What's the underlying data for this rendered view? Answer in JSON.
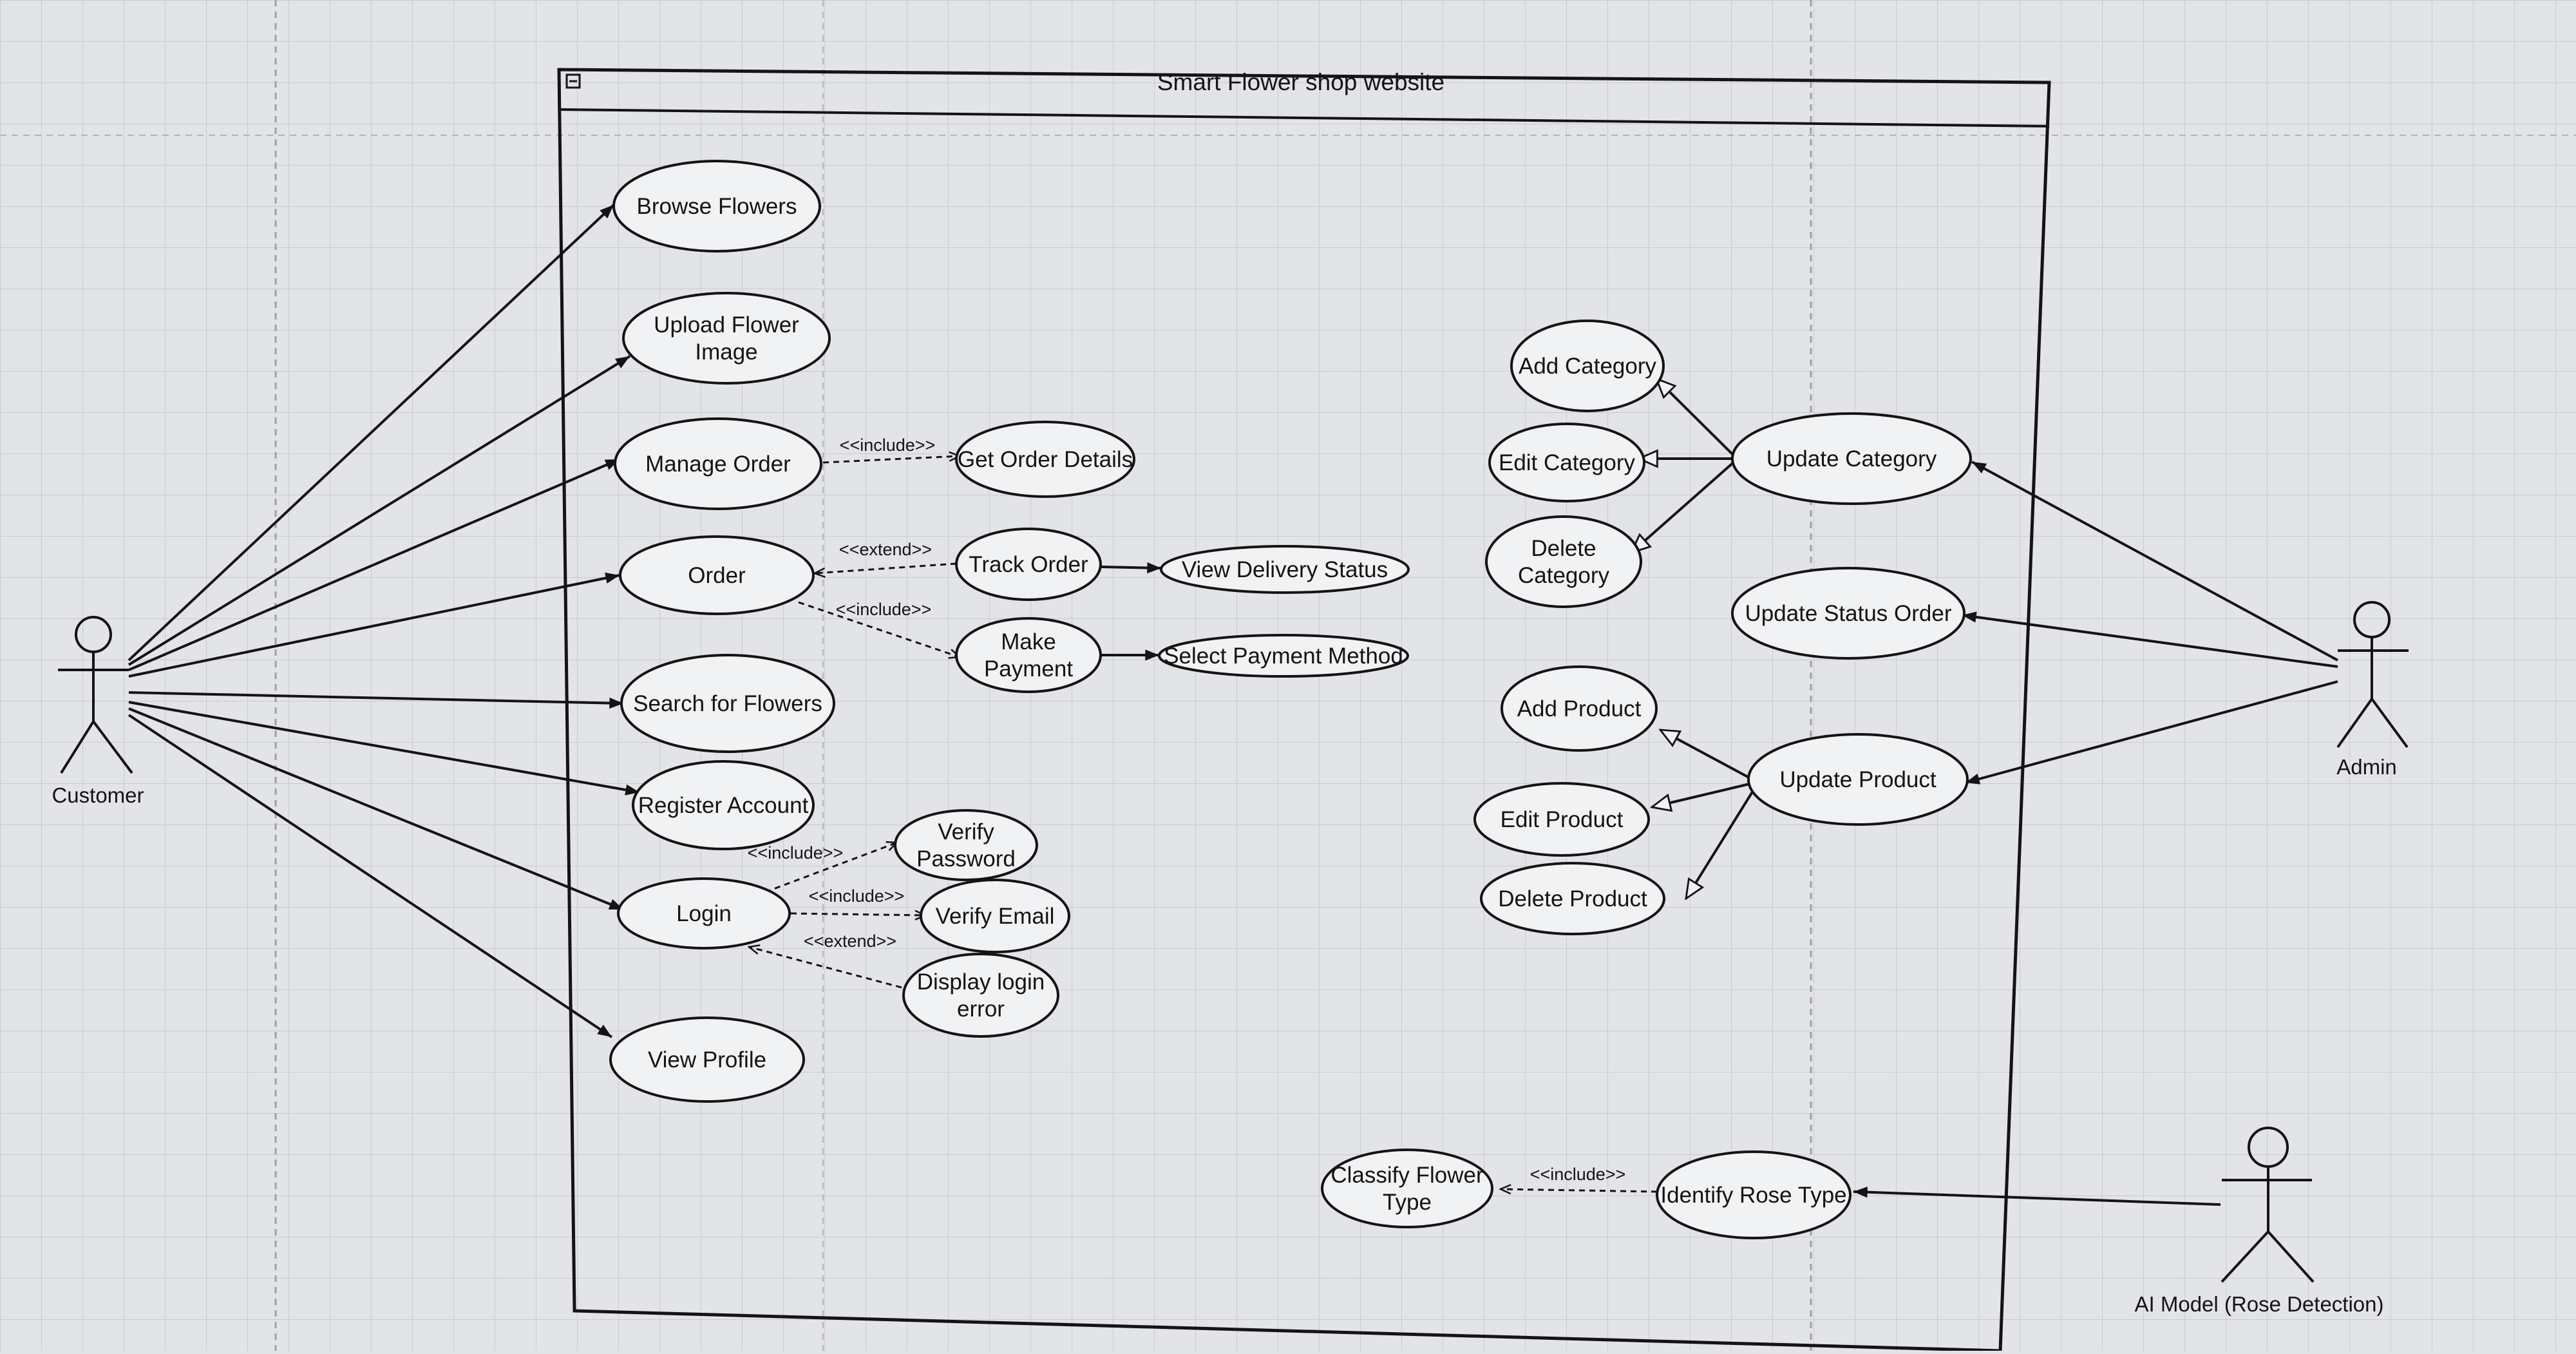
{
  "system": {
    "title": "Smart Flower shop website"
  },
  "actors": {
    "customer": {
      "label": "Customer"
    },
    "admin": {
      "label": "Admin"
    },
    "ai_model": {
      "label": "AI Model (Rose Detection)"
    }
  },
  "use_cases": {
    "browse_flowers": [
      "Browse Flowers"
    ],
    "upload_flower_image": [
      "Upload Flower",
      "Image"
    ],
    "manage_order": [
      "Manage Order"
    ],
    "get_order_details": [
      "Get Order Details"
    ],
    "order": [
      "Order"
    ],
    "track_order": [
      "Track Order"
    ],
    "view_delivery_status": [
      "View Delivery Status"
    ],
    "make_payment": [
      "Make",
      "Payment"
    ],
    "select_payment_method": [
      "Select Payment Method"
    ],
    "search_for_flowers": [
      "Search for Flowers"
    ],
    "register_account": [
      "Register Account"
    ],
    "verify_password": [
      "Verify",
      "Password"
    ],
    "login": [
      "Login"
    ],
    "verify_email": [
      "Verify Email"
    ],
    "display_login_error": [
      "Display login",
      "error"
    ],
    "view_profile": [
      "View Profile"
    ],
    "add_category": [
      "Add Category"
    ],
    "edit_category": [
      "Edit Category"
    ],
    "delete_category": [
      "Delete",
      "Category"
    ],
    "update_category": [
      "Update Category"
    ],
    "update_status_order": [
      "Update Status Order"
    ],
    "add_product": [
      "Add Product"
    ],
    "edit_product": [
      "Edit Product"
    ],
    "delete_product": [
      "Delete Product"
    ],
    "update_product": [
      "Update Product"
    ],
    "classify_flower_type": [
      "Classify Flower",
      "Type"
    ],
    "identify_rose_type": [
      "Identify Rose Type"
    ]
  },
  "stereotypes": {
    "manage_include": "<<include>>",
    "order_extend": "<<extend>>",
    "order_include": "<<include>>",
    "register_include": "<<include>>",
    "login_include": "<<include>>",
    "login_extend": "<<extend>>",
    "ai_include": "<<include>>"
  },
  "colors": {
    "background": "#e3e4e7",
    "grid": "#c9cbd0",
    "ink": "#141414",
    "shape_fill": "#f1f2f4"
  }
}
